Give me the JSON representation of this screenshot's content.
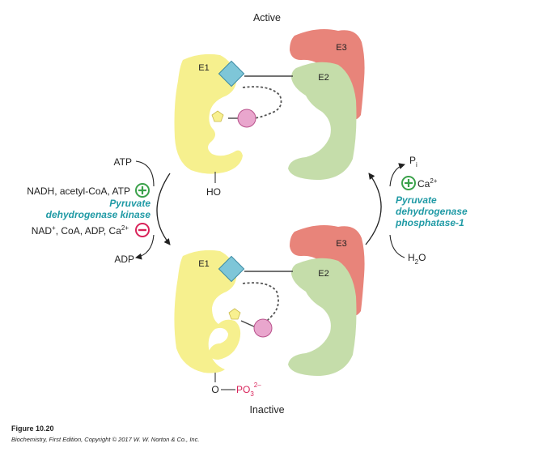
{
  "states": {
    "active": "Active",
    "inactive": "Inactive"
  },
  "enzymes": {
    "e1": "E1",
    "e2": "E2",
    "e3": "E3"
  },
  "hydroxyl": "HO",
  "phosphate": {
    "o": "O",
    "po": "PO",
    "sub": "3",
    "sup": "2–"
  },
  "kinase_side": {
    "atp": "ATP",
    "adp": "ADP",
    "activators": "NADH, acetyl-CoA, ATP",
    "inhibitors_main": "NAD",
    "inhibitors_sup": "+",
    "inhibitors_mid": ", CoA, ADP, Ca",
    "inhibitors_sup2": "2+",
    "name_line1": "Pyruvate",
    "name_line2": "dehydrogenase kinase"
  },
  "phosphatase_side": {
    "pi_main": "P",
    "pi_sub": "i",
    "ca_main": "Ca",
    "ca_sup": "2+",
    "name_line1": "Pyruvate",
    "name_line2": "dehydrogenase",
    "name_line3": "phosphatase-1",
    "water_h": "H",
    "water_sub": "2",
    "water_o": "O"
  },
  "caption": {
    "title": "Figure 10.20",
    "cite": "Biochemistry, First Edition, Copyright © 2017 W. W. Norton & Co., Inc."
  },
  "colors": {
    "e1": "#f6f08e",
    "e2": "#c5ddaa",
    "e3": "#e8847a",
    "diamond": "#7ec6d8",
    "lipoyl": "#e9a6cd",
    "pentagon": "#f8f090",
    "teal": "#1f9aa5",
    "activator": "#3aa14a",
    "inhibitor": "#d9235a"
  },
  "icons": {
    "activator": "plus-circle-icon",
    "inhibitor": "minus-circle-icon"
  }
}
